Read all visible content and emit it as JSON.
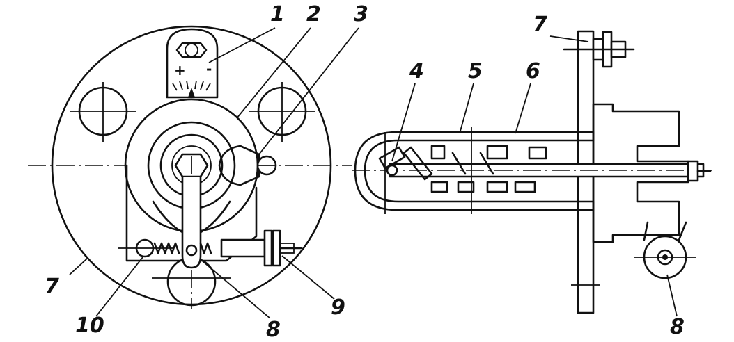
{
  "diagram": {
    "labels_front_view": [
      "1",
      "2",
      "3",
      "10",
      "8",
      "9",
      "7"
    ],
    "labels_side_view": [
      "4",
      "5",
      "6",
      "7",
      "8"
    ],
    "scale_marks": {
      "plus": "+",
      "minus": "-"
    }
  }
}
